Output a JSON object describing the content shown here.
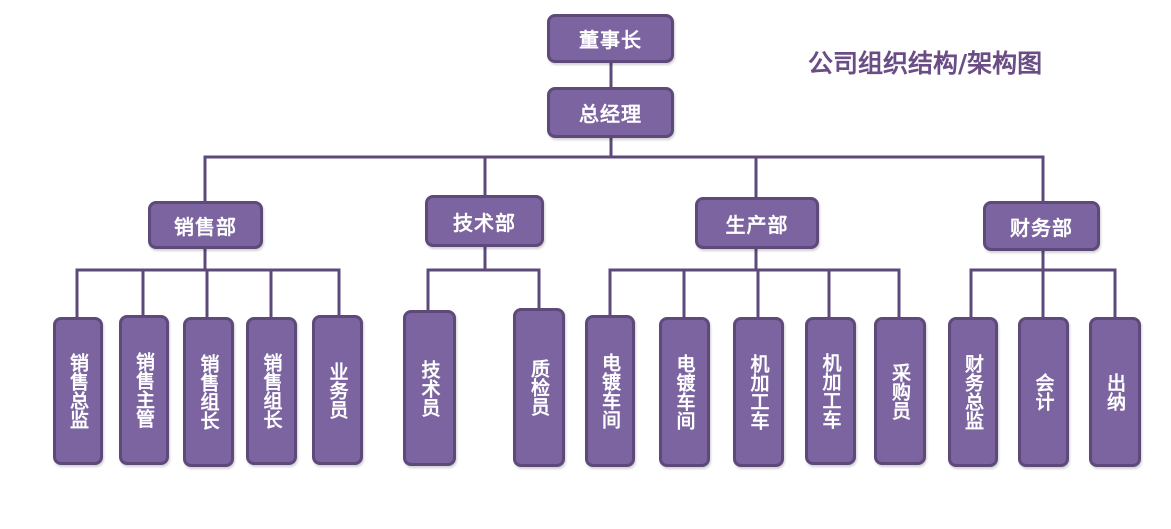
{
  "title": "公司组织结构/架构图",
  "colors": {
    "node_fill": "#7c64a0",
    "node_border": "#5d4a7a",
    "connector": "#5d4a7a",
    "title": "#6b4d86"
  },
  "chairman": "董事长",
  "general_manager": "总经理",
  "departments": [
    {
      "name": "销售部",
      "roles": [
        "销售总监",
        "销售主管",
        "销售组长",
        "销售组长",
        "业务员"
      ]
    },
    {
      "name": "技术部",
      "roles": [
        "技术员",
        "质检员"
      ]
    },
    {
      "name": "生产部",
      "roles": [
        "电镀车间",
        "电镀车间",
        "机加工车",
        "机加工车",
        "采购员"
      ]
    },
    {
      "name": "财务部",
      "roles": [
        "财务总监",
        "会计",
        "出纳"
      ]
    }
  ]
}
